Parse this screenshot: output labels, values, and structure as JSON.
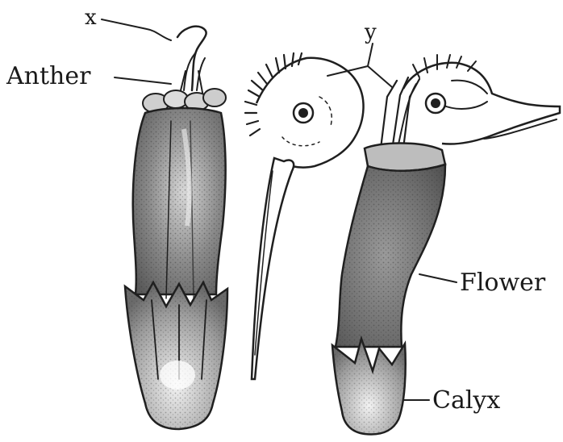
{
  "labels": {
    "x": "x",
    "y": "y",
    "anther": "Anther",
    "flower": "Flower",
    "calyx": "Calyx"
  },
  "colors": {
    "ink": "#1f1f1f",
    "stipple_dark": "#6e6e6e",
    "stipple_light": "#a8a8a8",
    "background": "#ffffff"
  }
}
